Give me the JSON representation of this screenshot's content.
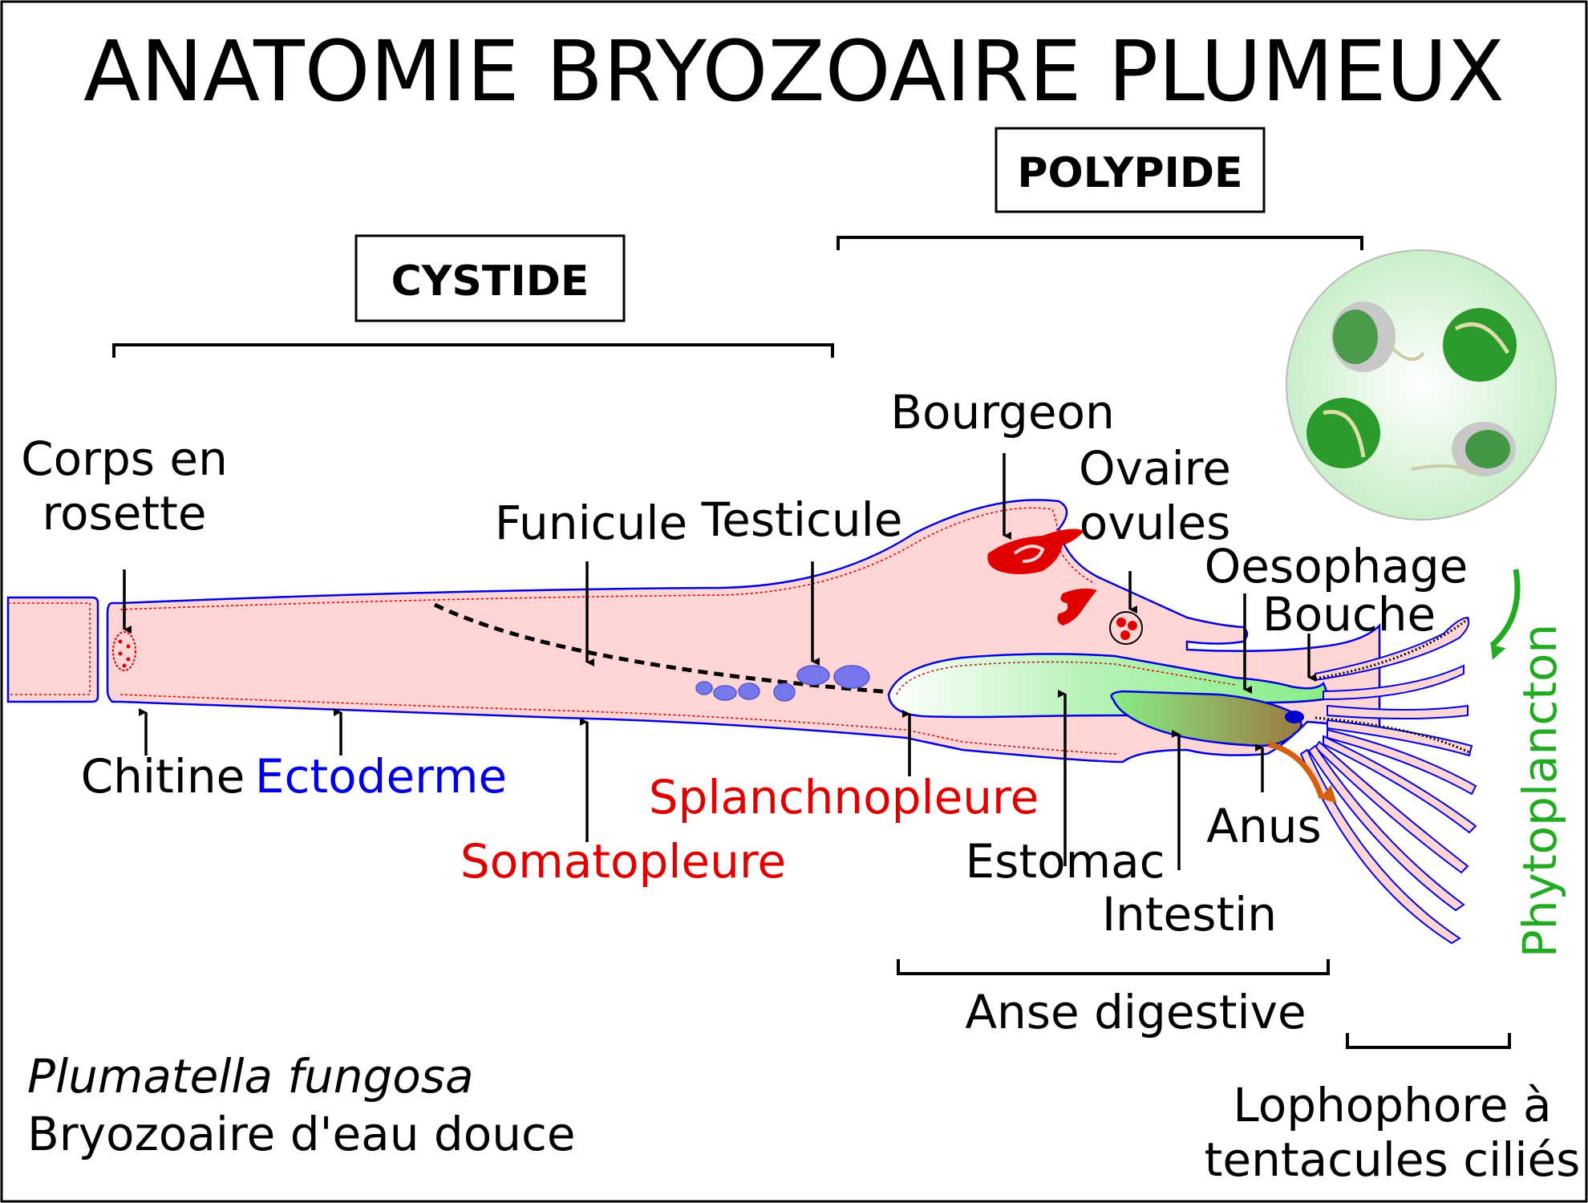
{
  "title": "ANATOMIE BRYOZOAIRE PLUMEUX",
  "sections": {
    "cystide": "CYSTIDE",
    "polypide": "POLYPIDE"
  },
  "labels": {
    "corps_en_rosette_1": "Corps en",
    "corps_en_rosette_2": "rosette",
    "funicule": "Funicule",
    "testicule": "Testicule",
    "bourgeon": "Bourgeon",
    "ovaire_1": "Ovaire",
    "ovaire_2": "ovules",
    "oesophage": "Oesophage",
    "bouche": "Bouche",
    "phytoplancton": "Phytoplancton",
    "chitine": "Chitine",
    "ectoderme": "Ectoderme",
    "splanchnopleure": "Splanchnopleure",
    "somatopleure": "Somatopleure",
    "estomac": "Estomac",
    "intestin": "Intestin",
    "anus": "Anus",
    "anse_digestive": "Anse digestive",
    "lophophore_1": "Lophophore à",
    "lophophore_2": "tentacules ciliés"
  },
  "caption": {
    "species": "Plumatella fungosa",
    "description": "Bryozoaire d'eau douce"
  },
  "colors": {
    "tissue": "#ffd5d5",
    "ectoderm": "#0000e0",
    "mesoderm": "#e00000",
    "stomach": "#88ee88",
    "phytoplankton": "#22aa22",
    "anus_arrow": "#d4600a"
  }
}
